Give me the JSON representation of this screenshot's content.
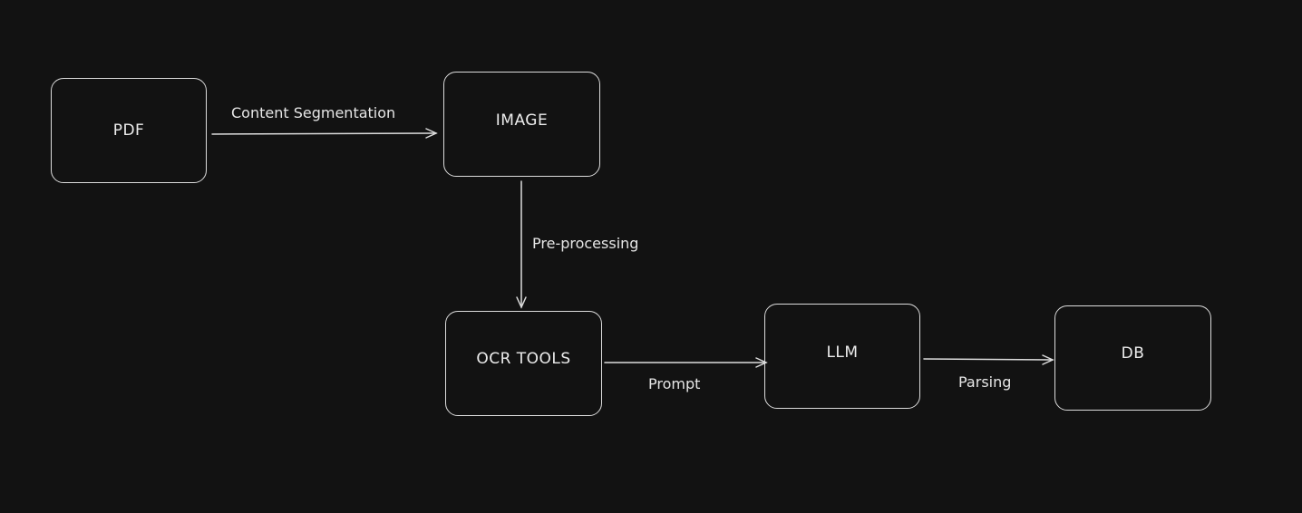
{
  "diagram": {
    "nodes": [
      {
        "id": "pdf",
        "label": "PDF"
      },
      {
        "id": "image",
        "label": "IMAGE"
      },
      {
        "id": "ocr",
        "label": "OCR TOOLS"
      },
      {
        "id": "llm",
        "label": "LLM"
      },
      {
        "id": "db",
        "label": "DB"
      }
    ],
    "edges": [
      {
        "from": "pdf",
        "to": "image",
        "label": "Content Segmentation"
      },
      {
        "from": "image",
        "to": "ocr",
        "label": "Pre-processing"
      },
      {
        "from": "ocr",
        "to": "llm",
        "label": "Prompt"
      },
      {
        "from": "llm",
        "to": "db",
        "label": "Parsing"
      }
    ],
    "colors": {
      "background": "#121212",
      "stroke": "#dcdcdc",
      "text": "#e6e6e6"
    }
  }
}
